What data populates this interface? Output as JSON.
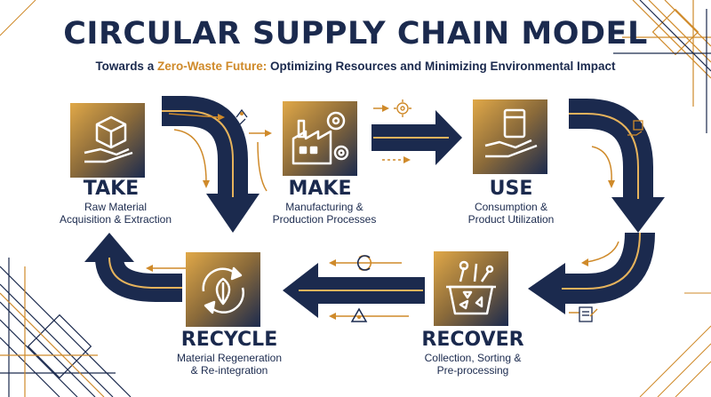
{
  "header": {
    "title": "CIRCULAR SUPPLY CHAIN MODEL",
    "subtitle_prefix": "Towards a ",
    "subtitle_highlight": "Zero-Waste Future:",
    "subtitle_suffix": " Optimizing Resources and Minimizing Environmental Impact"
  },
  "stages": [
    {
      "id": "take",
      "name": "TAKE",
      "desc_line1": "Raw Material",
      "desc_line2": "Acquisition & Extraction",
      "icon": "hand-holding-cube-icon"
    },
    {
      "id": "make",
      "name": "MAKE",
      "desc_line1": "Manufacturing &",
      "desc_line2": "Production Processes",
      "icon": "factory-gear-icon"
    },
    {
      "id": "use",
      "name": "USE",
      "desc_line1": "Consumption &",
      "desc_line2": "Product Utilization",
      "icon": "hand-holding-package-icon"
    },
    {
      "id": "recover",
      "name": "RECOVER",
      "desc_line1": "Collection, Sorting &",
      "desc_line2": "Pre-processing",
      "icon": "recycle-bin-icon"
    },
    {
      "id": "recycle",
      "name": "RECYCLE",
      "desc_line1": "Material Regeneration",
      "desc_line2": "& Re-integration",
      "icon": "leaf-cycle-icon"
    }
  ],
  "colors": {
    "navy": "#1b2a4e",
    "gold": "#cf8a2a",
    "gold_light": "#e6b35c"
  }
}
